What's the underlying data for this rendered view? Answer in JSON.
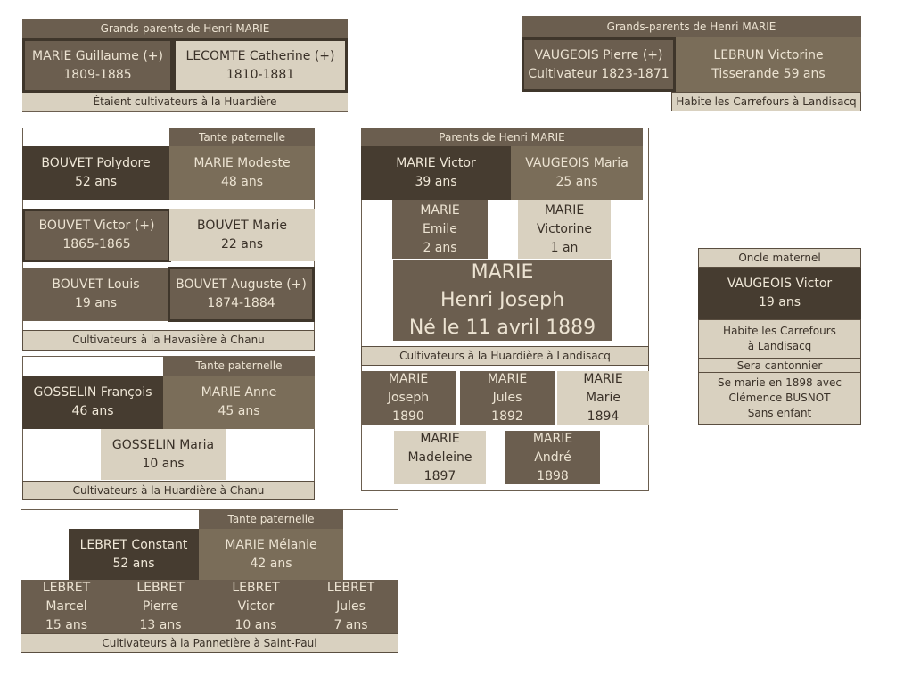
{
  "gp_paternal": {
    "header": "Grands-parents de Henri MARIE",
    "guillaume": [
      "MARIE Guillaume (+)",
      "1809-1885"
    ],
    "catherine": [
      "LECOMTE Catherine (+)",
      "1810-1881"
    ],
    "footer": "Étaient cultivateurs à la Huardière"
  },
  "gp_maternal": {
    "header": "Grands-parents de Henri MARIE",
    "pierre": [
      "VAUGEOIS Pierre (+)",
      "Cultivateur 1823-1871"
    ],
    "victorine": [
      "LEBRUN Victorine",
      "Tisserande 59 ans"
    ],
    "footer": "Habite les Carrefours à Landisacq"
  },
  "bouvet": {
    "header": "Tante paternelle",
    "polydore": [
      "BOUVET Polydore",
      "52 ans"
    ],
    "modeste": [
      "MARIE Modeste",
      "48 ans"
    ],
    "victor": [
      "BOUVET Victor (+)",
      "1865-1865"
    ],
    "marie": [
      "BOUVET Marie",
      "22 ans"
    ],
    "louis": [
      "BOUVET Louis",
      "19 ans"
    ],
    "auguste": [
      "BOUVET Auguste (+)",
      "1874-1884"
    ],
    "footer": "Cultivateurs à la Havasière à Chanu"
  },
  "gosselin": {
    "header": "Tante paternelle",
    "francois": [
      "GOSSELIN François",
      "46 ans"
    ],
    "anne": [
      "MARIE Anne",
      "45 ans"
    ],
    "maria": [
      "GOSSELIN Maria",
      "10 ans"
    ],
    "footer": "Cultivateurs à la Huardière à Chanu"
  },
  "lebret": {
    "header": "Tante paternelle",
    "constant": [
      "LEBRET Constant",
      "52 ans"
    ],
    "melanie": [
      "MARIE Mélanie",
      "42 ans"
    ],
    "children": [
      [
        "LEBRET",
        "Marcel",
        "15 ans"
      ],
      [
        "LEBRET",
        "Pierre",
        "13 ans"
      ],
      [
        "LEBRET",
        "Victor",
        "10 ans"
      ],
      [
        "LEBRET",
        "Jules",
        "7 ans"
      ]
    ],
    "footer": "Cultivateurs à la Pannetière à Saint-Paul"
  },
  "parents": {
    "header": "Parents de Henri MARIE",
    "victor": [
      "MARIE Victor",
      "39 ans"
    ],
    "maria": [
      "VAUGEOIS Maria",
      "25 ans"
    ],
    "emile": [
      "MARIE",
      "Emile",
      "2 ans"
    ],
    "victorine": [
      "MARIE",
      "Victorine",
      "1 an"
    ],
    "henri": [
      "MARIE",
      "Henri Joseph",
      "Né le 11 avril 1889"
    ],
    "footer": "Cultivateurs à la Huardière à Landisacq",
    "joseph": [
      "MARIE",
      "Joseph",
      "1890"
    ],
    "jules": [
      "MARIE",
      "Jules",
      "1892"
    ],
    "marie": [
      "MARIE",
      "Marie",
      "1894"
    ],
    "madeleine": [
      "MARIE",
      "Madeleine",
      "1897"
    ],
    "andre": [
      "MARIE",
      "André",
      "1898"
    ]
  },
  "oncle": {
    "header": "Oncle maternel",
    "victor": [
      "VAUGEOIS Victor",
      "19 ans"
    ],
    "habite": [
      "Habite les Carrefours",
      "à Landisacq"
    ],
    "cantonnier": "Sera cantonnier",
    "marie": [
      "Se marie en 1898 avec",
      "Clémence BUSNOT",
      "Sans enfant"
    ]
  }
}
